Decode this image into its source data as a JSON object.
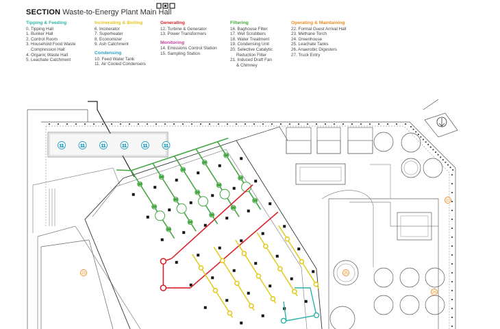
{
  "header": {
    "title_bold": "SECTION",
    "title_rest": "Waste-to-Energy Plant Main Hall"
  },
  "colors": {
    "tipping": "#2bb3a3",
    "incinerating": "#e6c21f",
    "generating": "#d8232a",
    "monitoring": "#c0399a",
    "filtering": "#3fa535",
    "operating": "#f08a1d",
    "condensing": "#2a9fbf",
    "steam_line": "#46a644",
    "power_line": "#d8232a",
    "ash_line": "#e3cc25",
    "leachate_line": "#2bb3a3"
  },
  "legend": {
    "tipping": {
      "heading": "Tipping & Feeding",
      "items": [
        "0. Tipping Hall",
        "1. Bunker Hall",
        "2. Control Room",
        "3. Household Food Waste",
        "Compression Hall",
        "4. Organic Waste Hall",
        "5. Leachate Catchment"
      ]
    },
    "incinerating": {
      "heading": "Incinerating & Boiling",
      "items": [
        "6. Incinerator",
        "7. Superheater",
        "8. Economizer",
        "9. Ash Catchment"
      ]
    },
    "condensing": {
      "heading": "Condensing",
      "items": [
        "10. Feed Water Tank",
        "11. Air Cooled Condensers"
      ]
    },
    "generating": {
      "heading": "Generating",
      "items": [
        "12. Turbine & Generator",
        "13. Power Transformers"
      ]
    },
    "monitoring": {
      "heading": "Monitoring",
      "items": [
        "14. Emissions Control Station",
        "15. Sampling Station"
      ]
    },
    "filtering": {
      "heading": "Filtering",
      "items": [
        "16. Baghouse Filter",
        "17. Wet Scrubbers",
        "18. Water Treatment",
        "19. Condensing Unit",
        "20. Selective Catalytic",
        "Reduction Filter",
        "21. Induced Draft Fan",
        "& Chimney"
      ]
    },
    "operating": {
      "heading": "Operating & Maintaining",
      "items": [
        "22. Formal Guest Arrival Hall",
        "23. Methane Torch",
        "24. Greenhouse",
        "25. Leachate Tanks",
        "26. Anaerobic Digesters",
        "27. Truck Entry"
      ]
    }
  },
  "plan_markers": {
    "condenser": "11",
    "steam": "16",
    "operating": [
      "22",
      "23",
      "25",
      "26"
    ]
  }
}
